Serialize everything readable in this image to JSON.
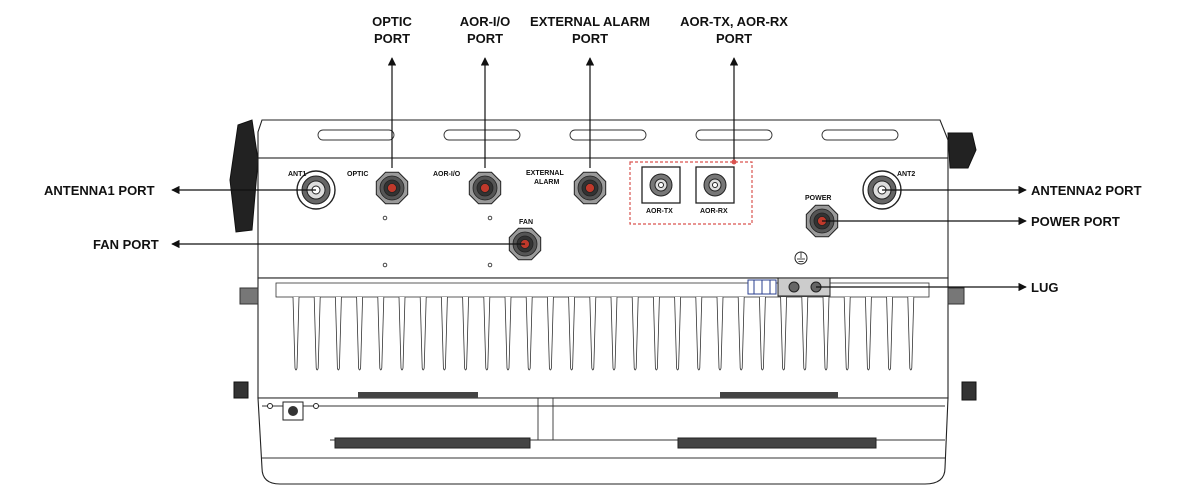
{
  "callouts": {
    "optic_l1": "OPTIC",
    "optic_l2": "PORT",
    "aorio_l1": "AOR-I/O",
    "aorio_l2": "PORT",
    "extalarm_l1": "EXTERNAL ALARM",
    "extalarm_l2": "PORT",
    "aortxrx_l1": "AOR-TX, AOR-RX",
    "aortxrx_l2": "PORT",
    "antenna1": "ANTENNA1 PORT",
    "fan": "FAN PORT",
    "antenna2": "ANTENNA2 PORT",
    "power": "POWER PORT",
    "lug": "LUG"
  },
  "panel_labels": {
    "ant1": "ANT1",
    "optic": "OPTIC",
    "aorio": "AOR-I/O",
    "ext_l1": "EXTERNAL",
    "ext_l2": "ALARM",
    "aortx": "AOR-TX",
    "aorrx": "AOR-RX",
    "ant2": "ANT2",
    "power": "POWER",
    "fan": "FAN"
  },
  "colors": {
    "port_core": "#c0392b",
    "highlight_box": "#d9534f"
  }
}
